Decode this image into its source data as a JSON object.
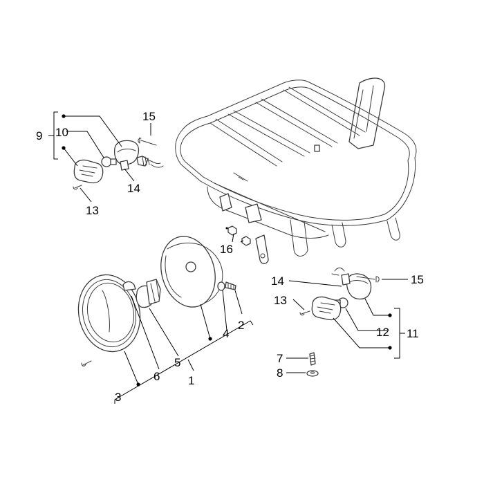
{
  "labels": {
    "n1": "1",
    "n2": "2",
    "n3": "3",
    "n4": "4",
    "n5": "5",
    "n6": "6",
    "n7": "7",
    "n8": "8",
    "n9": "9",
    "n10": "10",
    "n11": "11",
    "n12": "12",
    "n13a": "13",
    "n13b": "13",
    "n14a": "14",
    "n14b": "14",
    "n15a": "15",
    "n15b": "15",
    "n16": "16"
  },
  "colors": {
    "line": "#3a3a3a",
    "label": "#000000",
    "background": "#ffffff"
  }
}
